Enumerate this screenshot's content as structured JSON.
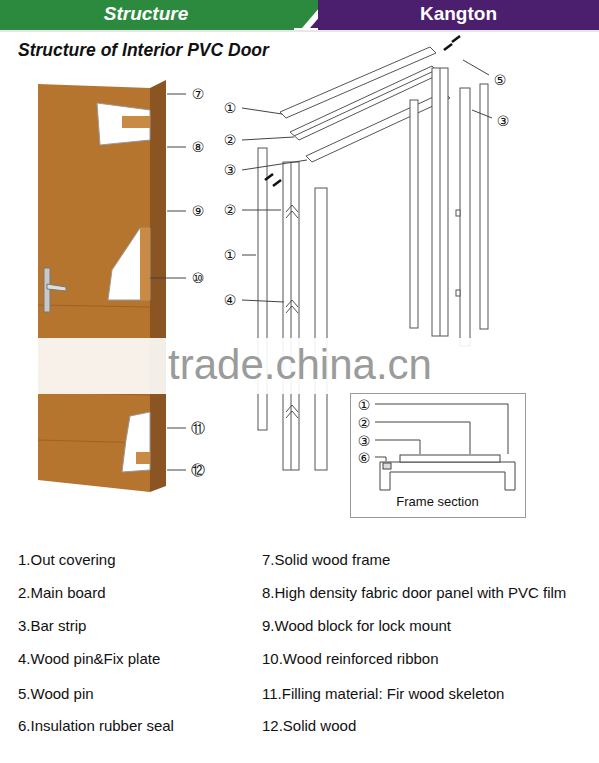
{
  "diagram": {
    "title": "Structure of Interior PVC Door",
    "nodes": [
      {
        "text": [
          "Structure"
        ]
      },
      {
        "text": [
          "Kangton"
        ]
      },
      {
        "text": [
          "①",
          "②",
          "③",
          "⑥",
          "Frame section"
        ]
      }
    ],
    "labels": [
      "⑦",
      "⑧",
      "⑨",
      "⑩",
      "⑪",
      "⑫",
      "①",
      "②",
      "③",
      "②",
      "①",
      "④",
      "⑤",
      "③",
      "trade.china.cn",
      "1.Out covering",
      "7.Solid wood frame",
      "2.Main board",
      "8.High density fabric door panel with PVC film",
      "3.Bar strip",
      "9.Wood block for lock mount",
      "4.Wood pin&Fix plate",
      "10.Wood reinforced ribbon",
      "5.Wood pin",
      "11.Filling material: Fir wood skeleton",
      "6.Insulation rubber seal",
      "12.Solid wood"
    ]
  }
}
